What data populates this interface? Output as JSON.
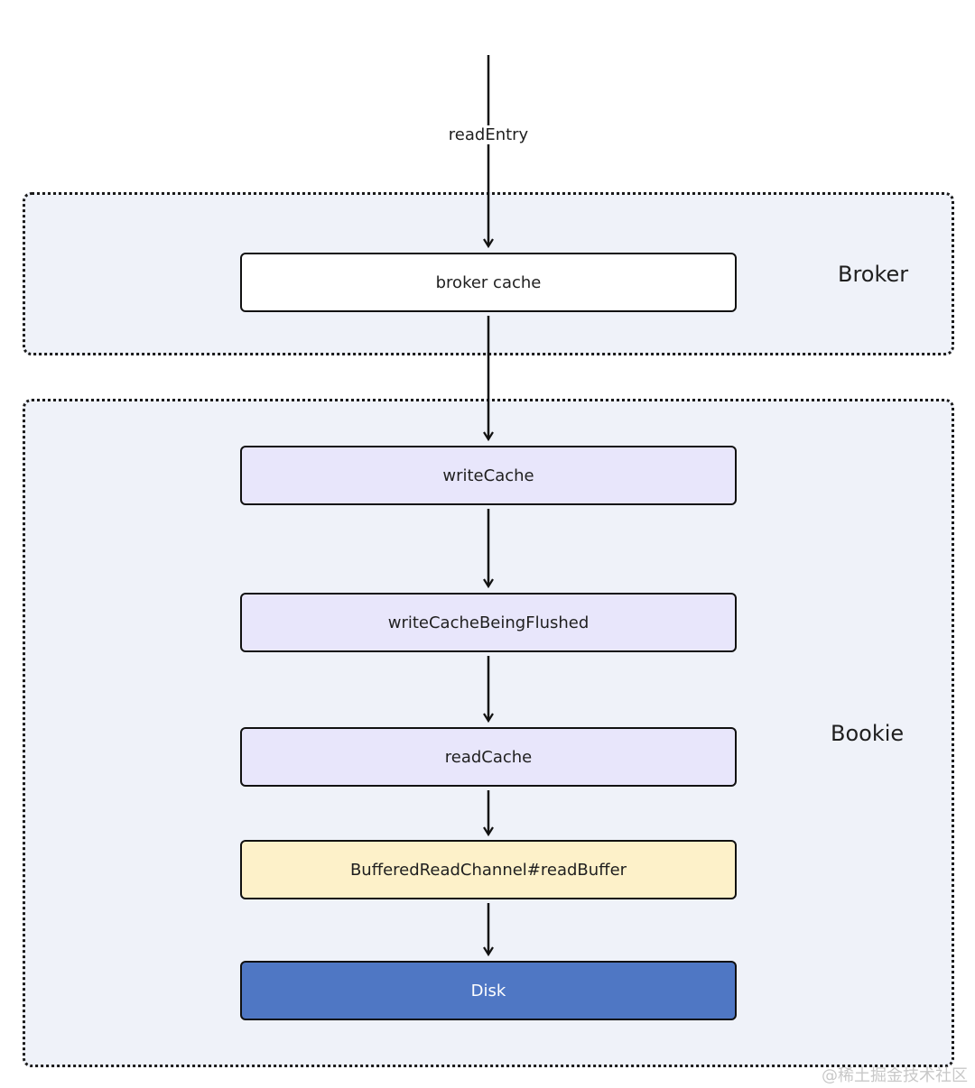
{
  "groups": {
    "broker": {
      "label": "Broker"
    },
    "bookie": {
      "label": "Bookie"
    }
  },
  "edges": {
    "entry_label": "readEntry"
  },
  "nodes": [
    {
      "id": "broker-cache",
      "label": "broker cache",
      "fill": "#ffffff",
      "text_color": "#1f1f1f"
    },
    {
      "id": "write-cache",
      "label": "writeCache",
      "fill": "#e8e6fb",
      "text_color": "#1f1f1f"
    },
    {
      "id": "write-cache-being-flushed",
      "label": "writeCacheBeingFlushed",
      "fill": "#e8e6fb",
      "text_color": "#1f1f1f"
    },
    {
      "id": "read-cache",
      "label": "readCache",
      "fill": "#e8e6fb",
      "text_color": "#1f1f1f"
    },
    {
      "id": "buffered-read-buffer",
      "label": "BufferedReadChannel#readBuffer",
      "fill": "#fdf1c9",
      "text_color": "#1f1f1f"
    },
    {
      "id": "disk",
      "label": "Disk",
      "fill": "#4f77c4",
      "text_color": "#ffffff"
    }
  ],
  "colors": {
    "group_fill": "#eff2f9",
    "stroke": "#111111"
  },
  "watermark": "@稀土掘金技术社区"
}
